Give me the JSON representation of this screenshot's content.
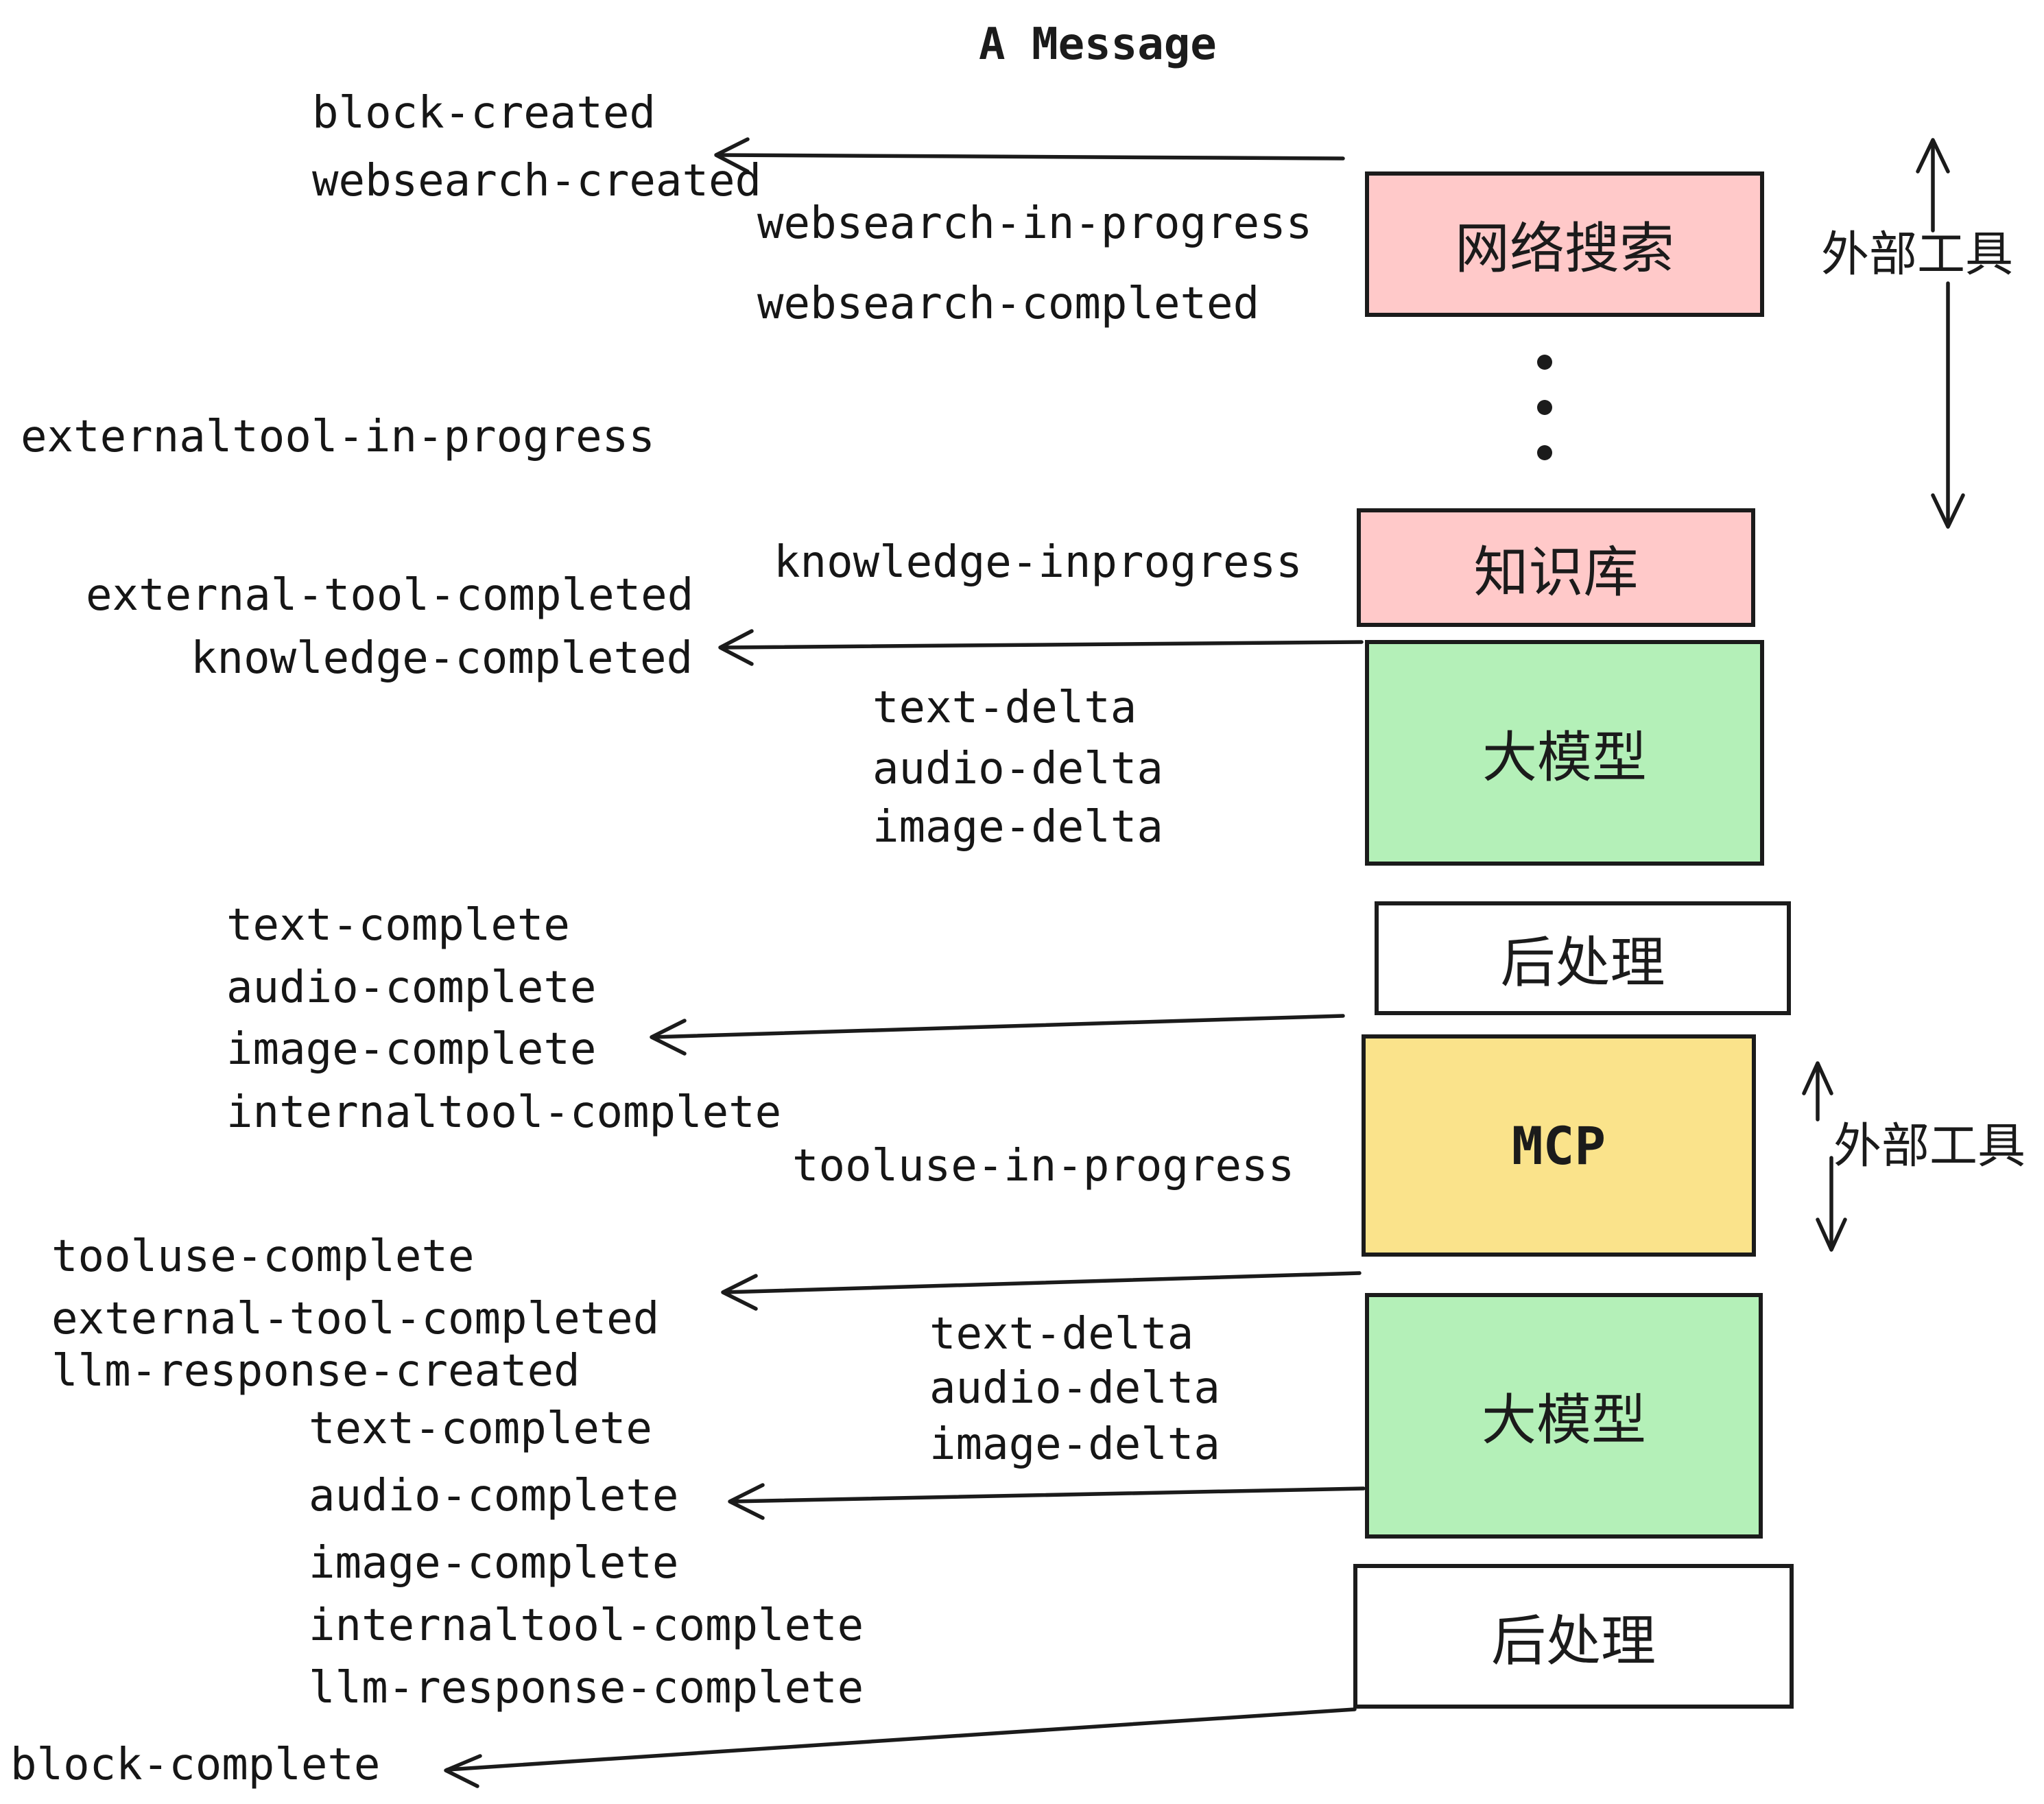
{
  "title": "A Message",
  "boxes": {
    "websearch": {
      "label": "网络搜索"
    },
    "knowledge": {
      "label": "知识库"
    },
    "llm1": {
      "label": "大模型"
    },
    "post1": {
      "label": "后处理"
    },
    "mcp": {
      "label": "MCP"
    },
    "llm2": {
      "label": "大模型"
    },
    "post2": {
      "label": "后处理"
    }
  },
  "side": {
    "external_tools_top": "外部工具",
    "external_tools_mcp": "外部工具"
  },
  "events": {
    "block_created": "block-created",
    "websearch_created": "websearch-created",
    "websearch_in_progress": "websearch-in-progress",
    "websearch_completed": "websearch-completed",
    "externaltool_in_progress": "externaltool-in-progress",
    "knowledge_inprogress": "knowledge-inprogress",
    "external_tool_completed_1": "external-tool-completed",
    "knowledge_completed": "knowledge-completed",
    "text_delta_1": "text-delta",
    "audio_delta_1": "audio-delta",
    "image_delta_1": "image-delta",
    "text_complete_1": "text-complete",
    "audio_complete_1": "audio-complete",
    "image_complete_1": "image-complete",
    "internaltool_complete_1": "internaltool-complete",
    "tooluse_in_progress": "tooluse-in-progress",
    "tooluse_complete": "tooluse-complete",
    "external_tool_completed_2": "external-tool-completed",
    "llm_response_created": "llm-response-created",
    "text_delta_2": "text-delta",
    "audio_delta_2": "audio-delta",
    "image_delta_2": "image-delta",
    "text_complete_2": "text-complete",
    "audio_complete_2": "audio-complete",
    "image_complete_2": "image-complete",
    "internaltool_complete_2": "internaltool-complete",
    "llm_response_complete": "llm-response-complete",
    "block_complete": "block-complete"
  },
  "colors": {
    "box_pink": "#FFC9C9",
    "box_green": "#B4F0B8",
    "box_yellow": "#FAE38B",
    "box_white": "#FFFFFF",
    "line": "#1B1B1B",
    "background": "#FFFFFF"
  }
}
